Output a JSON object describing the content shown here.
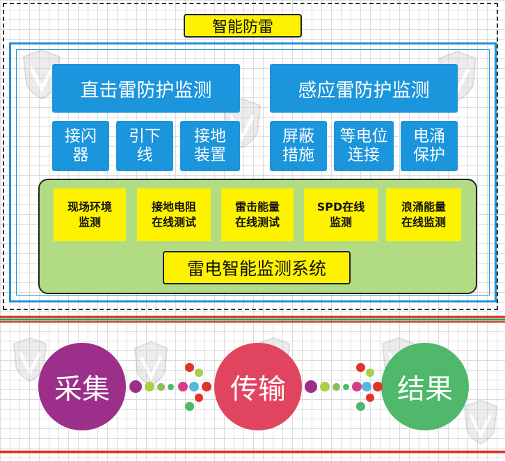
{
  "title": "智能防雷",
  "categories": [
    {
      "label": "直击雷防护监测",
      "items": [
        "接闪\n器",
        "引下\n线",
        "接地\n装置"
      ]
    },
    {
      "label": "感应雷防护监测",
      "items": [
        "屏蔽\n措施",
        "等电位\n连接",
        "电涌\n保护"
      ]
    }
  ],
  "monitoring": {
    "items": [
      "现场环境\n监测",
      "接地电阻\n在线测试",
      "雷击能量\n在线测试",
      "SPD在线\n监测",
      "浪涌能量\n在线监测"
    ],
    "system_label": "雷电智能监测系统"
  },
  "flow": {
    "steps": [
      "采集",
      "传输",
      "结果"
    ],
    "colors": [
      "#9b2f8a",
      "#e1445e",
      "#4fb86a"
    ]
  },
  "colors": {
    "blue": "#1b95dc",
    "yellow": "#fff200",
    "green_panel": "#b2dc84",
    "divider_red": "#e0342b",
    "divider_green": "#2a9a4a"
  }
}
